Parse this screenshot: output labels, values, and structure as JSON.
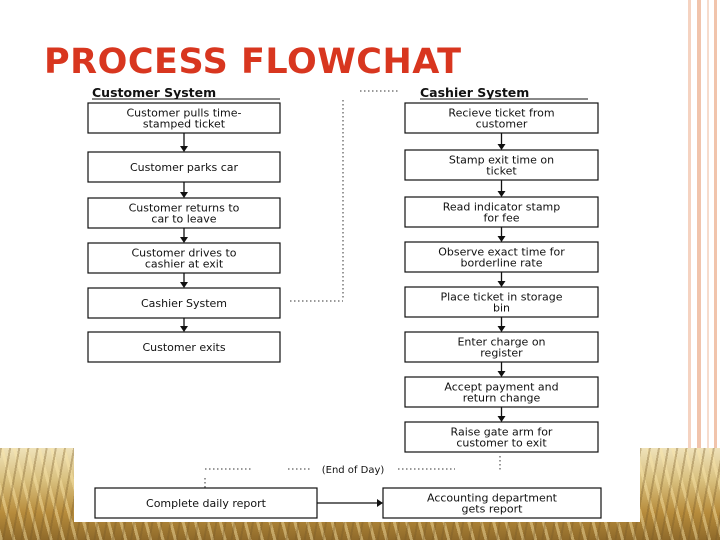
{
  "slide": {
    "title": "PROCESS FLOWCHAT",
    "title_color": "#d8361f",
    "stripe_color": "#f3c9b3"
  },
  "diagram": {
    "customer_header": "Customer System",
    "cashier_header": "Cashier System",
    "customer_steps": [
      [
        "Customer pulls time-",
        "stamped ticket"
      ],
      [
        "Customer parks car"
      ],
      [
        "Customer returns to",
        "car to leave"
      ],
      [
        "Customer drives to",
        "cashier at exit"
      ],
      [
        "Cashier System"
      ],
      [
        "Customer exits"
      ]
    ],
    "cashier_steps": [
      [
        "Recieve ticket from",
        "customer"
      ],
      [
        "Stamp exit time on",
        "ticket"
      ],
      [
        "Read indicator stamp",
        "for fee"
      ],
      [
        "Observe exact time for",
        "borderline rate"
      ],
      [
        "Place ticket in storage",
        "bin"
      ],
      [
        "Enter charge on",
        "register"
      ],
      [
        "Accept payment and",
        "return change"
      ],
      [
        "Raise gate arm for",
        "customer to exit"
      ]
    ],
    "end_of_day_label": "(End of Day)",
    "end_of_day_steps": [
      [
        "Complete daily report"
      ],
      [
        "Accounting department",
        "gets report"
      ]
    ]
  }
}
